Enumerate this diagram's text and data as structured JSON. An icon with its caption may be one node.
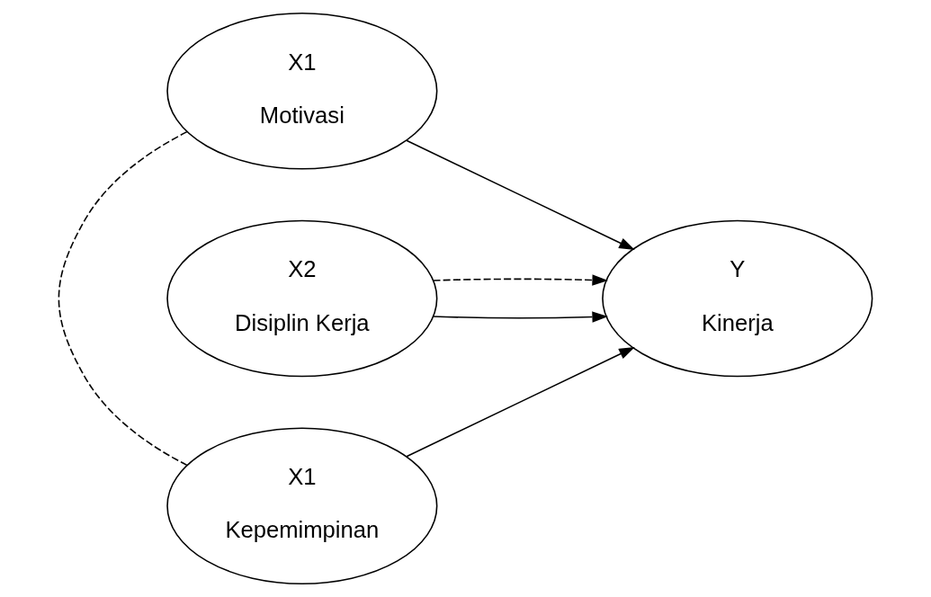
{
  "diagram": {
    "nodes": [
      {
        "text": [
          "X1",
          "Motivasi"
        ]
      },
      {
        "text": [
          "X2",
          "Disiplin Kerja"
        ]
      },
      {
        "text": [
          "X1",
          "Kepemimpinan"
        ]
      },
      {
        "text": [
          "Y",
          "Kinerja"
        ]
      }
    ],
    "edges": [
      {
        "from": 0,
        "to": 3,
        "arrow": "to"
      },
      {
        "from": 1,
        "to": 3,
        "arrow": "to"
      },
      {
        "from": 2,
        "to": 3,
        "arrow": "to"
      },
      {
        "from": 0,
        "to": 2,
        "arrow": "none",
        "style": "dashed"
      },
      {
        "from": 1,
        "to": 3,
        "arrow": "to",
        "style": "dashed"
      }
    ]
  }
}
